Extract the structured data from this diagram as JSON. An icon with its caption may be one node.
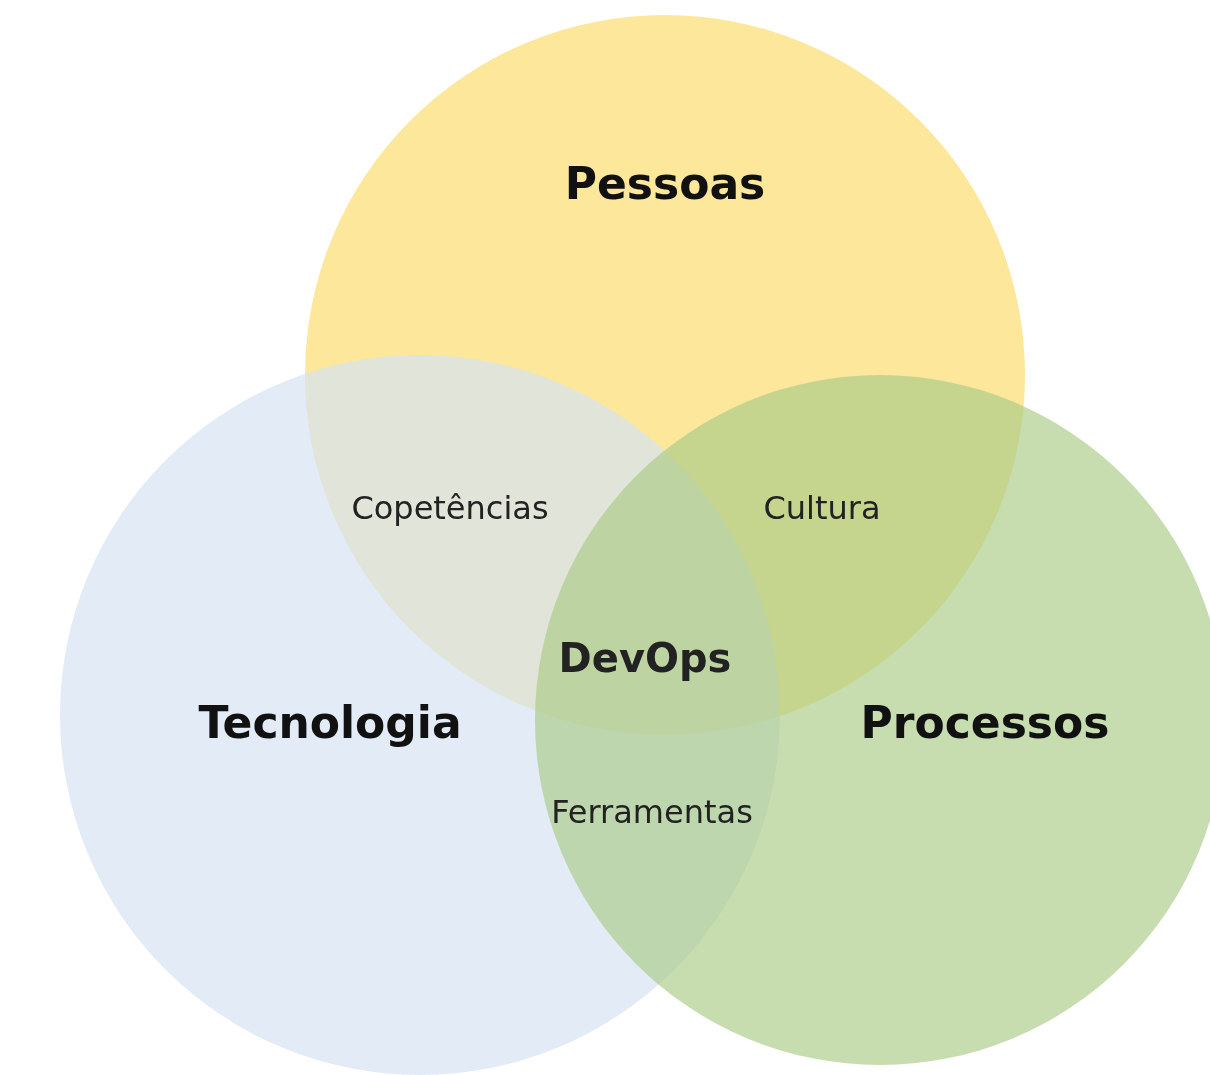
{
  "diagram": {
    "nodes": [
      {
        "text": [
          "Pessoas"
        ]
      },
      {
        "text": [
          "Tecnologia"
        ]
      },
      {
        "text": [
          "Processos"
        ]
      }
    ],
    "edges": [],
    "labels": [
      "Copetências",
      "Cultura",
      "DevOps",
      "Ferramentas"
    ]
  }
}
